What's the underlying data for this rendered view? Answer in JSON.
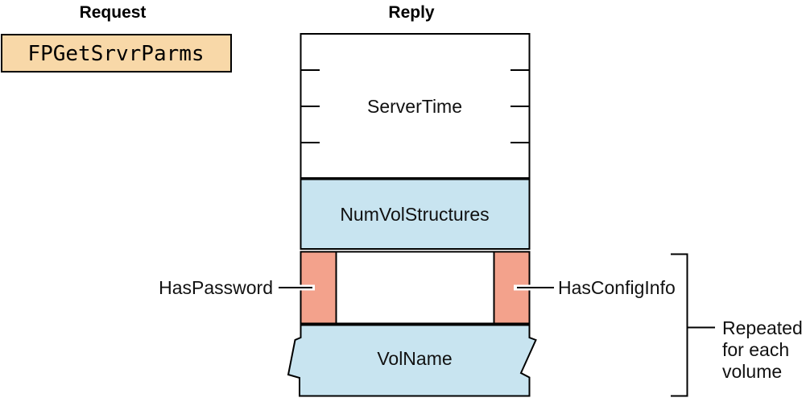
{
  "colors": {
    "background": "#ffffff",
    "outline": "#000000",
    "request_box_fill": "#f8d8a8",
    "field_fill": "#c8e4f0",
    "flag_fill": "#f3a28c"
  },
  "request": {
    "header": "Request",
    "command": "FPGetSrvrParms"
  },
  "reply": {
    "header": "Reply",
    "server_time_label": "ServerTime",
    "num_vol_structures_label": "NumVolStructures",
    "has_password_label": "HasPassword",
    "has_config_info_label": "HasConfigInfo",
    "vol_name_label": "VolName"
  },
  "annotation": {
    "line1": "Repeated",
    "line2": "for each",
    "line3": "volume"
  }
}
